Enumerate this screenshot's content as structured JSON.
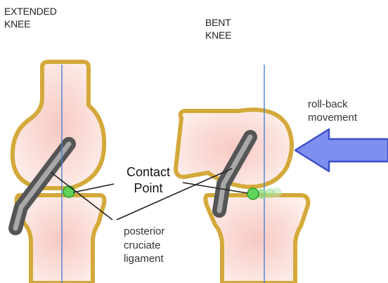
{
  "labels": {
    "extended_line1": "EXTENDED",
    "extended_line2": "KNEE",
    "bent_line1": "BENT",
    "bent_line2": "KNEE",
    "rollback_line1": "roll-back",
    "rollback_line2": "movement",
    "contact_line1": "Contact",
    "contact_line2": "Point",
    "pcl_line1": "posterior",
    "pcl_line2": "cruciate",
    "pcl_line3": "ligament"
  },
  "colors": {
    "bone_fill": "#fbe3de",
    "bone_outline": "#d4a93a",
    "bone_outline_dark": "#8a6a1f",
    "ligament": "#6e6e6e",
    "ligament_highlight": "#bdbdbd",
    "contact_point": "#5fd35a",
    "axis_line": "#4a7fd0",
    "arrow_fill": "#7f8ff0",
    "arrow_stroke": "#3c4fc8"
  }
}
